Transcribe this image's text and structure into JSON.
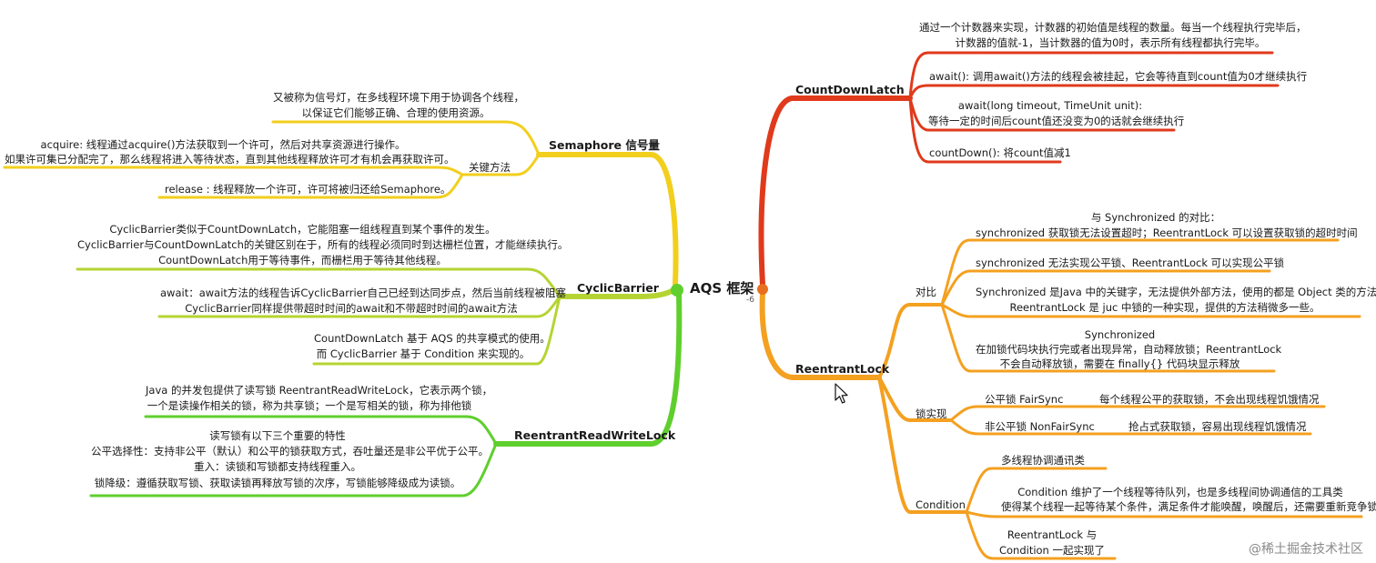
{
  "colors": {
    "red": "#e03a1c",
    "orange": "#f4a020",
    "yellow": "#f2cf1d",
    "yellowgreen": "#b5d433",
    "green": "#5fcf2d"
  },
  "root": "AQS 框架",
  "root_glyph": "-6",
  "countdownlatch": {
    "label": "CountDownLatch",
    "desc1": "通过一个计数器来实现，计数器的初始值是线程的数量。每当一个线程执行完毕后，",
    "desc2": "计数器的值就-1，当计数器的值为0时，表示所有线程都执行完毕。",
    "await": "await(): 调用await()方法的线程会被挂起，它会等待直到count值为0才继续执行",
    "await_timeout1": "await(long timeout, TimeUnit unit):",
    "await_timeout2": "等待一定的时间后count值还没变为0的话就会继续执行",
    "countdown": "countDown(): 将count值减1"
  },
  "reentrantlock": {
    "label": "ReentrantLock",
    "compare": {
      "label": "对比",
      "intro": "与 Synchronized 的对比：",
      "item1": "synchronized 获取锁无法设置超时；ReentrantLock 可以设置获取锁的超时时间",
      "item2": "synchronized 无法实现公平锁、ReentrantLock 可以实现公平锁",
      "item3a": "Synchronized 是Java 中的关键字，无法提供外部方法，使用的都是 Object 类的方法；",
      "item3b": "ReentrantLock 是 juc 中锁的一种实现，提供的方法稍微多一些。",
      "item4a": "Synchronized",
      "item4b": "在加锁代码块执行完或者出现异常，自动释放锁；ReentrantLock",
      "item4c": "不会自动释放锁，需要在 finally{} 代码块显示释放"
    },
    "impl": {
      "label": "锁实现",
      "fair": "公平锁 FairSync",
      "fair_desc": "每个线程公平的获取锁，不会出现线程饥饿情况",
      "nonfair": "非公平锁 NonFairSync",
      "nonfair_desc": "抢占式获取锁，容易出现线程饥饿情况"
    },
    "condition": {
      "label": "Condition",
      "item1": "多线程协调通讯类",
      "item2a": "Condition 维护了一个线程等待队列，也是多线程间协调通信的工具类",
      "item2b": "使得某个线程一起等待某个条件，满足条件才能唤醒，唤醒后，还需要重新竞争锁",
      "item3a": "ReentrantLock 与",
      "item3b": "Condition 一起实现了"
    }
  },
  "semaphore": {
    "label": "Semaphore 信号量",
    "desc1": "又被称为信号灯，在多线程环境下用于协调各个线程，",
    "desc2": "以保证它们能够正确、合理的使用资源。",
    "keymethods": "关键方法",
    "acquire1": "acquire: 线程通过acquire()方法获取到一个许可，然后对共享资源进行操作。",
    "acquire2": "如果许可集已分配完了，那么线程将进入等待状态，直到其他线程释放许可才有机会再获取许可。",
    "release": "release : 线程释放一个许可，许可将被归还给Semaphore。"
  },
  "cyclicbarrier": {
    "label": "CyclicBarrier",
    "desc1": "CyclicBarrier类似于CountDownLatch，它能阻塞一组线程直到某个事件的发生。",
    "desc2": "CyclicBarrier与CountDownLatch的关键区别在于，所有的线程必须同时到达栅栏位置，才能继续执行。",
    "desc3": "CountDownLatch用于等待事件，而栅栏用于等待其他线程。",
    "await1": "await：await方法的线程告诉CyclicBarrier自己已经到达同步点，然后当前线程被阻塞",
    "await2": "CyclicBarrier同样提供带超时时间的await和不带超时时间的await方法",
    "cmp1": "CountDownLatch 基于 AQS 的共享模式的使用。",
    "cmp2": "而 CyclicBarrier 基于 Condition 来实现的。"
  },
  "rrwl": {
    "label": "ReentrantReadWriteLock",
    "desc1": "Java 的并发包提供了读写锁 ReentrantReadWriteLock，它表示两个锁，",
    "desc2": "一个是读操作相关的锁，称为共享锁；一个是写相关的锁，称为排他锁",
    "f0": "读写锁有以下三个重要的特性",
    "f1": "公平选择性：支持非公平（默认）和公平的锁获取方式，吞吐量还是非公平优于公平。",
    "f2": "重入：读锁和写锁都支持线程重入。",
    "f3": "锁降级：遵循获取写锁、获取读锁再释放写锁的次序，写锁能够降级成为读锁。"
  },
  "watermark": "@稀土掘金技术社区"
}
